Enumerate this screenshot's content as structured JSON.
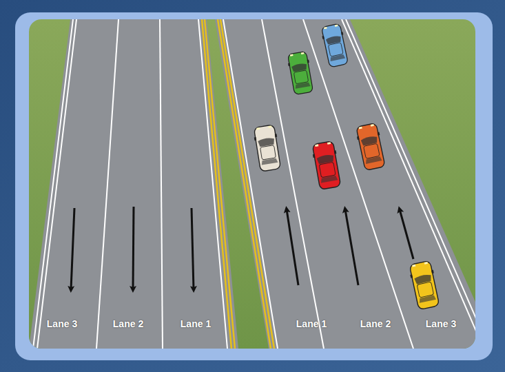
{
  "diagram": {
    "labels": [
      "Lane 3",
      "Lane 2",
      "Lane 1",
      "Lane 1",
      "Lane 2",
      "Lane 3"
    ]
  }
}
